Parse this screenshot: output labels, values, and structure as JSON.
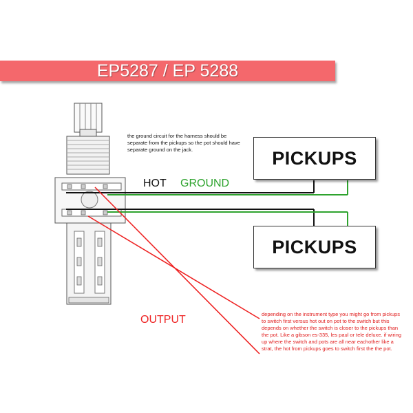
{
  "title": "EP5287 / EP 5288",
  "note_ground": "the ground circuit for the harness should be separate from the pickups so the pot should have separate ground on the jack.",
  "pickups": {
    "top_label": "PICKUPS",
    "bottom_label": "PICKUPS"
  },
  "labels": {
    "hot": "HOT",
    "ground": "GROUND",
    "output": "OUTPUT"
  },
  "note_output": "depending on the instrument type you might go from pickups to switch first versus hot out on pot to the switch but this depends on whether the switch is closer to the pickups than the pot. Like a gibson es-335, les paul or tele deluxe. if wiring up where the switch and pots are all near eachother like a strat, the hot from pickups goes to switch first the the pot.",
  "colors": {
    "banner": "#f4686c",
    "hot_wire": "#111111",
    "ground_wire": "#2ea32e",
    "output_wire": "#ee2222"
  }
}
